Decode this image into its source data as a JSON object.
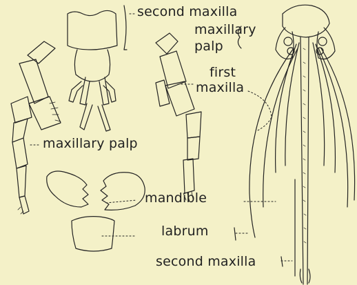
{
  "labels": {
    "second_maxilla_top": "second maxilla",
    "maxillary_palp_right_line1": "maxillary",
    "maxillary_palp_right_line2": "palp",
    "first_maxilla_line1": "first",
    "first_maxilla_line2": "maxilla",
    "maxillary_palp_left": "maxillary palp",
    "mandible": "mandible",
    "labrum": "labrum",
    "second_maxilla_bottom": "second maxilla"
  },
  "colors": {
    "background": "#f4f1c8",
    "ink": "#222222"
  }
}
